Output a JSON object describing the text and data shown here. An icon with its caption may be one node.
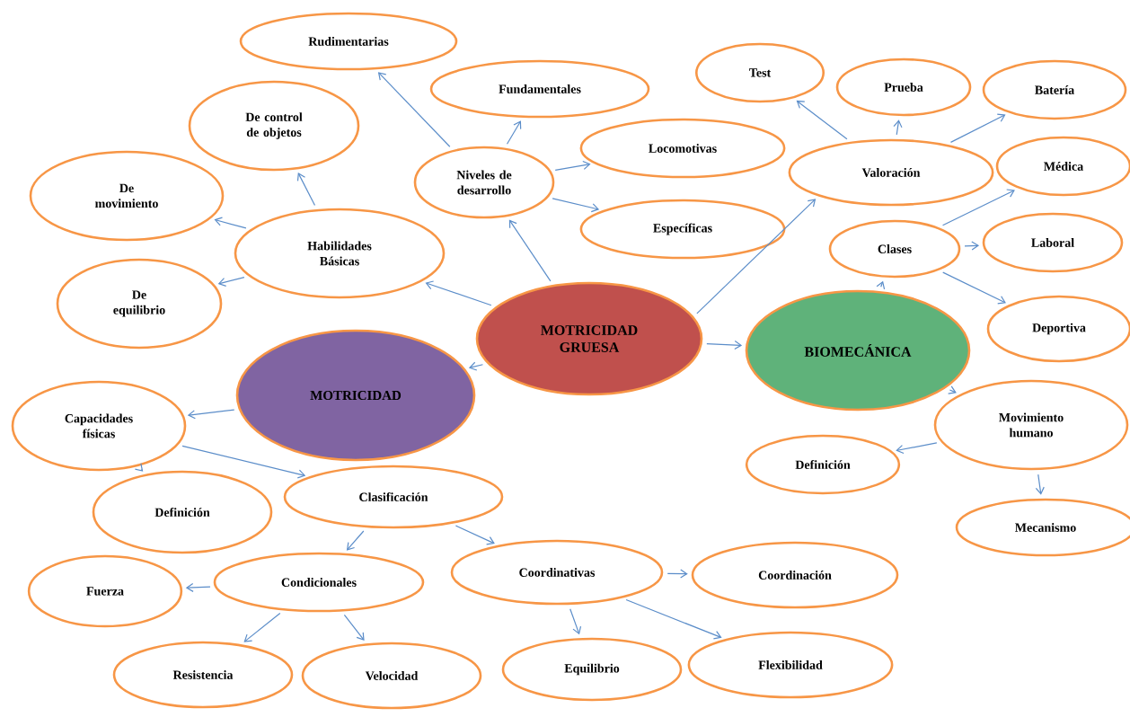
{
  "diagram": {
    "nodes": [
      {
        "text": [
          "MOTRICIDAD GRUESA"
        ]
      },
      {
        "text": [
          "MOTRICIDAD"
        ]
      },
      {
        "text": [
          "BIOMECÁNICA"
        ]
      },
      {
        "text": [
          "Habilidades Básicas"
        ]
      },
      {
        "text": [
          "Rudimentarias"
        ]
      },
      {
        "text": [
          "De control de objetos"
        ]
      },
      {
        "text": [
          "De movimiento"
        ]
      },
      {
        "text": [
          "De equilibrio"
        ]
      },
      {
        "text": [
          "Niveles de desarrollo"
        ]
      },
      {
        "text": [
          "Fundamentales"
        ]
      },
      {
        "text": [
          "Locomotivas"
        ]
      },
      {
        "text": [
          "Específicas"
        ]
      },
      {
        "text": [
          "Valoración"
        ]
      },
      {
        "text": [
          "Test"
        ]
      },
      {
        "text": [
          "Prueba"
        ]
      },
      {
        "text": [
          "Batería"
        ]
      },
      {
        "text": [
          "Clases"
        ]
      },
      {
        "text": [
          "Médica"
        ]
      },
      {
        "text": [
          "Laboral"
        ]
      },
      {
        "text": [
          "Deportiva"
        ]
      },
      {
        "text": [
          "Movimiento humano"
        ]
      },
      {
        "text": [
          "Definición"
        ]
      },
      {
        "text": [
          "Mecanismo"
        ]
      },
      {
        "text": [
          "Capacidades físicas"
        ]
      },
      {
        "text": [
          "Definición"
        ]
      },
      {
        "text": [
          "Clasificación"
        ]
      },
      {
        "text": [
          "Condicionales"
        ]
      },
      {
        "text": [
          "Fuerza"
        ]
      },
      {
        "text": [
          "Resistencia"
        ]
      },
      {
        "text": [
          "Velocidad"
        ]
      },
      {
        "text": [
          "Coordinativas"
        ]
      },
      {
        "text": [
          "Coordinación"
        ]
      },
      {
        "text": [
          "Equilibrio"
        ]
      },
      {
        "text": [
          "Flexibilidad"
        ]
      }
    ],
    "edges": [
      {
        "from": 0,
        "to": 3,
        "arrow": "to"
      },
      {
        "from": 0,
        "to": 8,
        "arrow": "to"
      },
      {
        "from": 0,
        "to": 12,
        "arrow": "to"
      },
      {
        "from": 0,
        "to": 1,
        "arrow": "to"
      },
      {
        "from": 0,
        "to": 2,
        "arrow": "to"
      },
      {
        "from": 3,
        "to": 6,
        "arrow": "to"
      },
      {
        "from": 3,
        "to": 5,
        "arrow": "to"
      },
      {
        "from": 3,
        "to": 7,
        "arrow": "to"
      },
      {
        "from": 8,
        "to": 4,
        "arrow": "to"
      },
      {
        "from": 8,
        "to": 9,
        "arrow": "to"
      },
      {
        "from": 8,
        "to": 10,
        "arrow": "to"
      },
      {
        "from": 8,
        "to": 11,
        "arrow": "to"
      },
      {
        "from": 12,
        "to": 13,
        "arrow": "to"
      },
      {
        "from": 12,
        "to": 14,
        "arrow": "to"
      },
      {
        "from": 12,
        "to": 15,
        "arrow": "to"
      },
      {
        "from": 2,
        "to": 16,
        "arrow": "to"
      },
      {
        "from": 16,
        "to": 17,
        "arrow": "to"
      },
      {
        "from": 16,
        "to": 18,
        "arrow": "to"
      },
      {
        "from": 16,
        "to": 19,
        "arrow": "to"
      },
      {
        "from": 2,
        "to": 20,
        "arrow": "to"
      },
      {
        "from": 20,
        "to": 21,
        "arrow": "to"
      },
      {
        "from": 20,
        "to": 22,
        "arrow": "to"
      },
      {
        "from": 1,
        "to": 23,
        "arrow": "to"
      },
      {
        "from": 23,
        "to": 24,
        "arrow": "to"
      },
      {
        "from": 23,
        "to": 25,
        "arrow": "to"
      },
      {
        "from": 25,
        "to": 26,
        "arrow": "to"
      },
      {
        "from": 25,
        "to": 30,
        "arrow": "to"
      },
      {
        "from": 26,
        "to": 27,
        "arrow": "to"
      },
      {
        "from": 26,
        "to": 28,
        "arrow": "to"
      },
      {
        "from": 26,
        "to": 29,
        "arrow": "to"
      },
      {
        "from": 30,
        "to": 31,
        "arrow": "to"
      },
      {
        "from": 30,
        "to": 32,
        "arrow": "to"
      },
      {
        "from": 30,
        "to": 33,
        "arrow": "to"
      }
    ]
  }
}
